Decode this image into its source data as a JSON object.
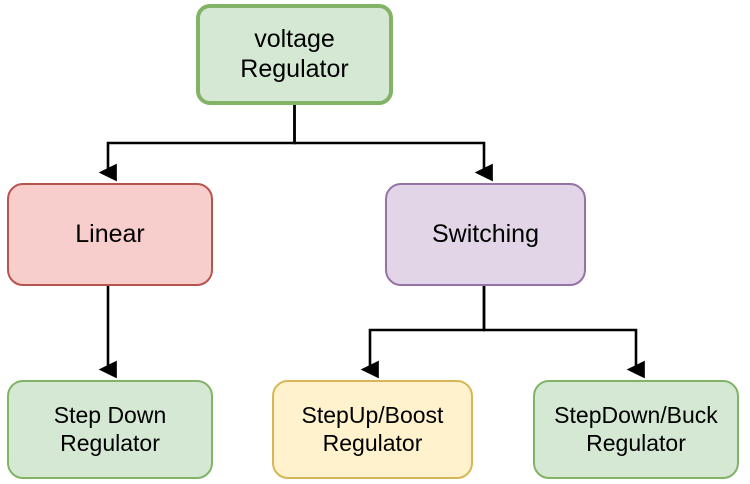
{
  "diagram": {
    "type": "flowchart-tree",
    "background_color": "#ffffff",
    "edge_color": "#000000",
    "nodes": [
      {
        "id": "root",
        "label": "voltage\nRegulator",
        "fill": "#d5e8d4",
        "stroke": "#82b366",
        "level": 0
      },
      {
        "id": "linear",
        "label": "Linear",
        "fill": "#f8cecc",
        "stroke": "#b85450",
        "level": 1
      },
      {
        "id": "switching",
        "label": "Switching",
        "fill": "#e1d5e7",
        "stroke": "#9673a6",
        "level": 1
      },
      {
        "id": "step-down",
        "label": "Step Down\nRegulator",
        "fill": "#d5e8d4",
        "stroke": "#82b366",
        "level": 2
      },
      {
        "id": "step-up-boost",
        "label": "StepUp/Boost\nRegulator",
        "fill": "#fff2cc",
        "stroke": "#d6b656",
        "level": 2
      },
      {
        "id": "step-down-buck",
        "label": "StepDown/Buck\nRegulator",
        "fill": "#d5e8d4",
        "stroke": "#82b366",
        "level": 2
      }
    ],
    "edges": [
      {
        "from": "root",
        "to": "linear"
      },
      {
        "from": "root",
        "to": "switching"
      },
      {
        "from": "linear",
        "to": "step-down"
      },
      {
        "from": "switching",
        "to": "step-up-boost"
      },
      {
        "from": "switching",
        "to": "step-down-buck"
      }
    ]
  }
}
